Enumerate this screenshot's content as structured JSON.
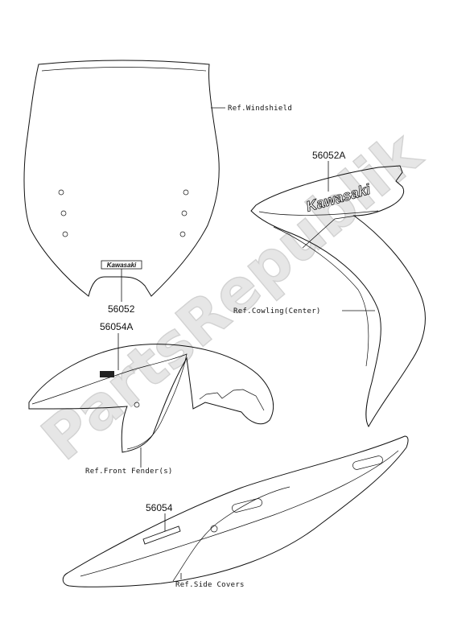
{
  "watermark": "PartsRepublik",
  "parts": [
    {
      "number": "56052",
      "description": ""
    },
    {
      "number": "56052A",
      "description": ""
    },
    {
      "number": "56054A",
      "description": ""
    },
    {
      "number": "56054",
      "description": ""
    }
  ],
  "references": {
    "windshield": "Ref.Windshield",
    "cowling": "Ref.Cowling(Center)",
    "front_fender": "Ref.Front Fender(s)",
    "side_covers": "Ref.Side Covers"
  },
  "decal_text": {
    "windshield_logo": "Kawasaki",
    "cowling_logo": "Kawasaki"
  }
}
